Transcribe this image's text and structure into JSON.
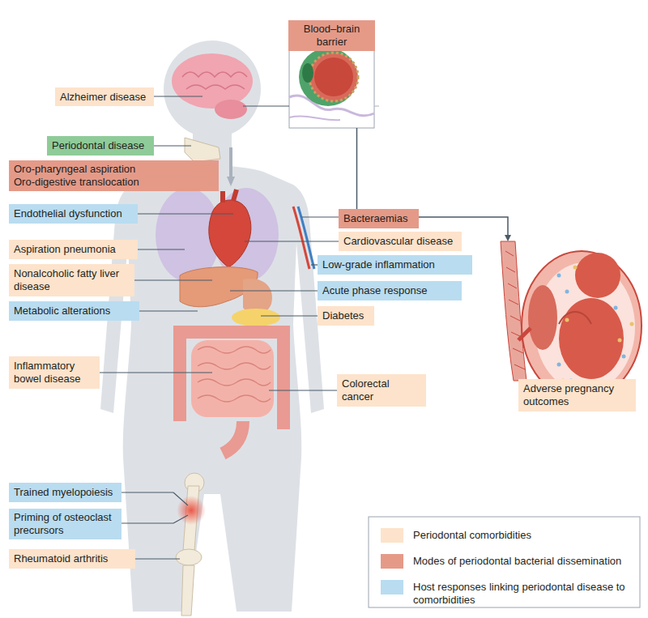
{
  "diagram": {
    "nodes": [
      {
        "text": [
          "Blood–brain barrier"
        ]
      },
      {
        "text": [
          "Alzheimer disease"
        ]
      },
      {
        "text": [
          "Periodontal disease"
        ]
      },
      {
        "text": [
          "Oro-pharyngeal aspiration",
          "Oro-digestive translocation"
        ]
      },
      {
        "text": [
          "Endothelial dysfunction"
        ]
      },
      {
        "text": [
          "Bacteraemias"
        ]
      },
      {
        "text": [
          "Aspiration pneumonia"
        ]
      },
      {
        "text": [
          "Cardiovascular disease"
        ]
      },
      {
        "text": [
          "Nonalcoholic fatty liver disease"
        ]
      },
      {
        "text": [
          "Low-grade inflammation"
        ]
      },
      {
        "text": [
          "Acute phase response"
        ]
      },
      {
        "text": [
          "Metabolic alterations"
        ]
      },
      {
        "text": [
          "Diabetes"
        ]
      },
      {
        "text": [
          "Inflammatory bowel disease"
        ]
      },
      {
        "text": [
          "Colorectal cancer"
        ]
      },
      {
        "text": [
          "Adverse pregnancy outcomes"
        ]
      },
      {
        "text": [
          "Trained myelopoiesis"
        ]
      },
      {
        "text": [
          "Priming of osteoclast precursors"
        ]
      },
      {
        "text": [
          "Rheumatoid arthritis"
        ]
      }
    ],
    "edges": [
      {
        "from": 5,
        "to": 0,
        "arrow": "none"
      }
    ],
    "legend": [
      {
        "text": "Periodontal comorbidities",
        "color": "#fde3cb"
      },
      {
        "text": "Modes of periodontal bacterial dissemination",
        "color": "#e59a88"
      },
      {
        "text": "Host responses linking periodontal disease to comorbidities",
        "color": "#b9dcf0"
      }
    ]
  }
}
